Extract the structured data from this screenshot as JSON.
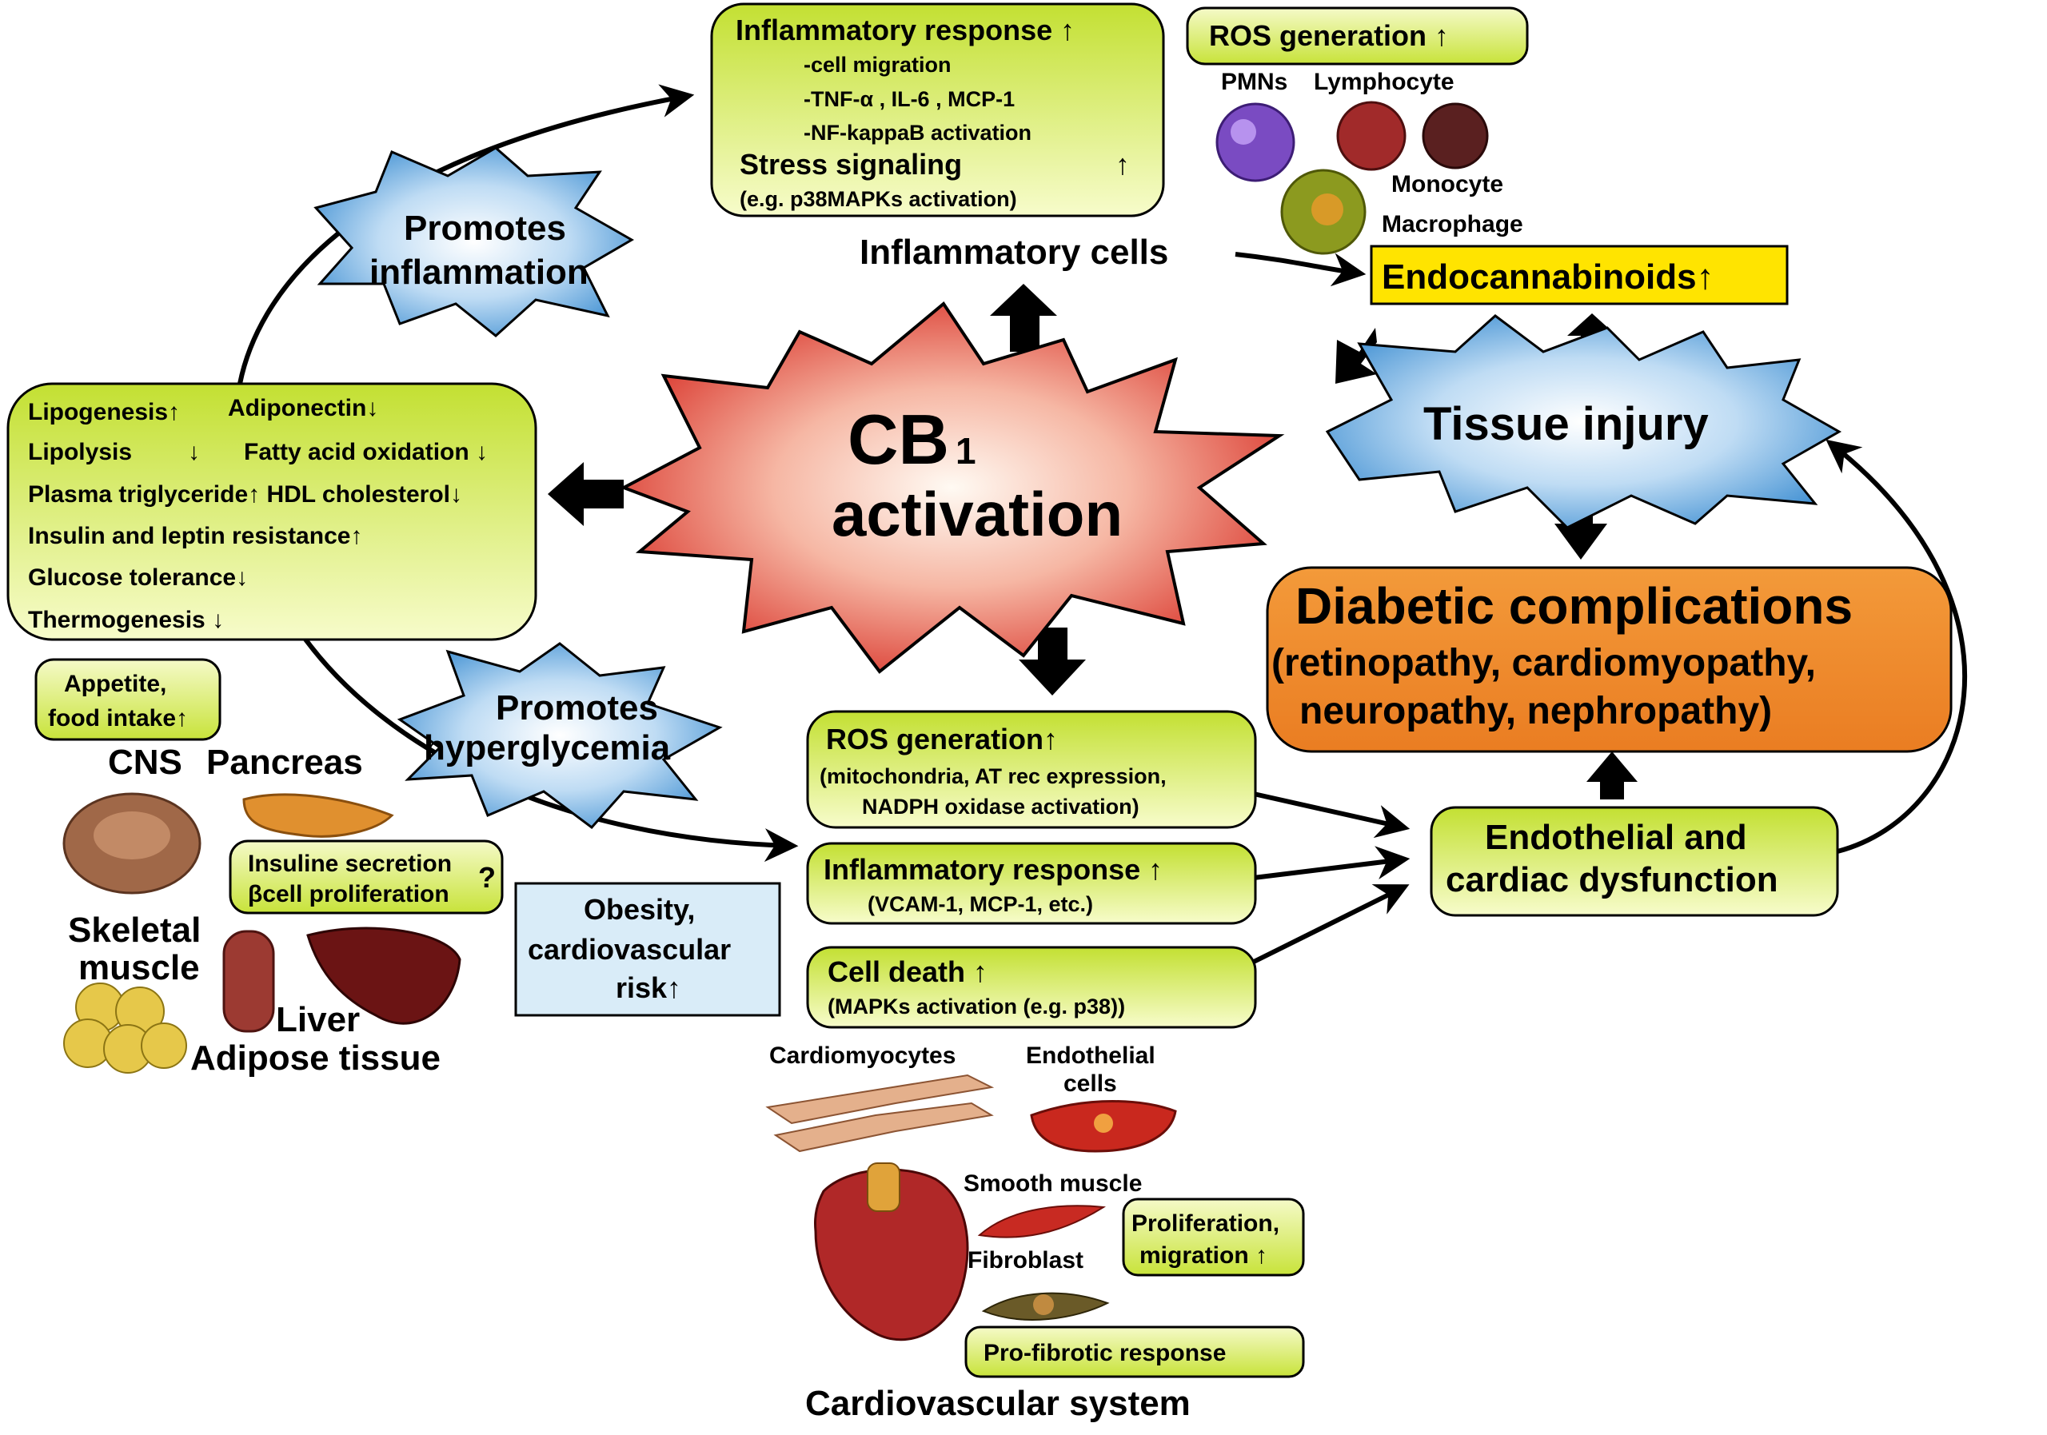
{
  "center": {
    "line1": "CB",
    "sub": "1",
    "line2": "activation"
  },
  "inflammatory_box": {
    "title": "Inflammatory response ↑",
    "items": [
      "-cell migration",
      "-TNF-α , IL-6 , MCP-1",
      "-NF-kappaB activation"
    ],
    "stress": "Stress signaling",
    "stress_arrow": "↑",
    "stress_sub": "(e.g. p38MAPKs activation)"
  },
  "ros_top": "ROS generation ↑",
  "cells": {
    "pmns": "PMNs",
    "lymphocyte": "Lymphocyte",
    "monocyte": "Monocyte",
    "macrophage": "Macrophage"
  },
  "inflammatory_cells": "Inflammatory cells",
  "endocannabinoids": "Endocannabinoids↑",
  "tissue_injury": "Tissue injury",
  "promotes_inflammation": [
    "Promotes",
    "inflammation"
  ],
  "metabolic_box": [
    "Lipogenesis↑",
    "Adiponectin↓",
    "Lipolysis",
    "↓",
    "Fatty acid oxidation ↓",
    "Plasma triglyceride↑ HDL cholesterol↓",
    "Insulin and leptin resistance↑",
    "Glucose tolerance↓",
    "Thermogenesis ↓"
  ],
  "appetite": [
    "Appetite,",
    "food intake↑"
  ],
  "promotes_hyperglycemia": [
    "Promotes",
    "hyperglycemia"
  ],
  "organs": {
    "cns": "CNS",
    "pancreas": "Pancreas",
    "skeletal": [
      "Skeletal",
      "muscle"
    ],
    "liver": "Liver",
    "adipose": "Adipose tissue"
  },
  "insuline_box": [
    "Insuline secretion",
    "βcell proliferation"
  ],
  "insuline_q": "?",
  "obesity_box": [
    "Obesity,",
    "cardiovascular",
    "risk↑"
  ],
  "ros_box": {
    "title": "ROS generation↑",
    "sub": [
      "(mitochondria, AT rec expression,",
      "NADPH oxidase activation)"
    ]
  },
  "inflam2_box": {
    "title": "Inflammatory response ↑",
    "sub": "(VCAM-1, MCP-1, etc.)"
  },
  "celldeath_box": {
    "title": "Cell death ↑",
    "sub": "(MAPKs activation (e.g. p38))"
  },
  "diabetic": [
    "Diabetic complications",
    "(retinopathy, cardiomyopathy,",
    "neuropathy, nephropathy)"
  ],
  "endothelial": [
    "Endothelial and",
    "cardiac dysfunction"
  ],
  "cardio": {
    "cardiomyocytes": "Cardiomyocytes",
    "endothelial_cells": [
      "Endothelial",
      "cells"
    ],
    "smooth_muscle": "Smooth muscle",
    "fibroblast": "Fibroblast",
    "proliferation": [
      "Proliferation,",
      "migration ↑"
    ],
    "profibrotic": "Pro-fibrotic response",
    "system": "Cardiovascular system"
  },
  "colors": {
    "box_green_top": "#c8e33a",
    "box_green_bottom": "#f6fbc4",
    "star_red": "#e3342c",
    "star_blue": "#5aa7e0",
    "orange": "#f08a2c",
    "endocannabinoid": "#ffe400"
  }
}
